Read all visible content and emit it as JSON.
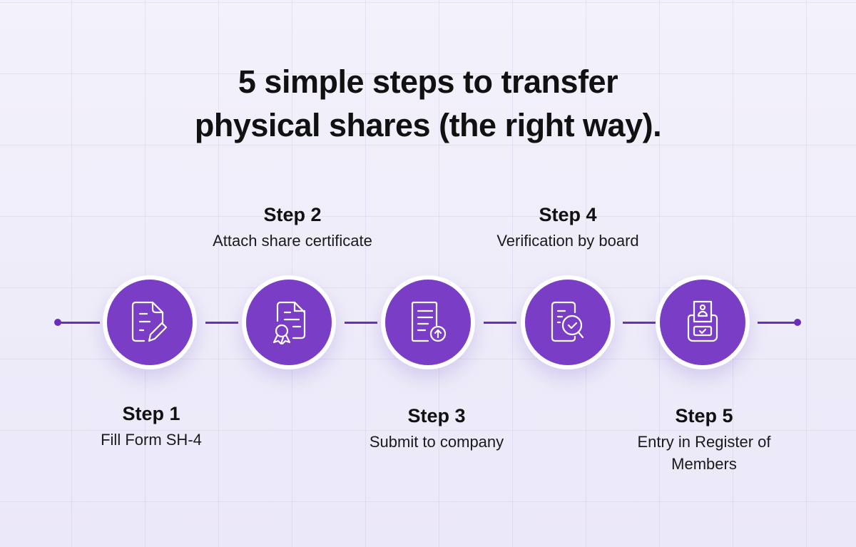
{
  "title": {
    "line1": "5 simple steps to transfer",
    "line2": "physical shares (the right way)."
  },
  "colors": {
    "accent": "#7a3dc6",
    "line": "#6a2fb8",
    "background": "#efedfa"
  },
  "steps": [
    {
      "label": "Step 1",
      "description": "Fill Form SH-4",
      "icon": "document-edit-icon"
    },
    {
      "label": "Step 2",
      "description": "Attach share certificate",
      "icon": "certificate-icon"
    },
    {
      "label": "Step 3",
      "description": "Submit to company",
      "icon": "document-upload-icon"
    },
    {
      "label": "Step 4",
      "description": "Verification by board",
      "icon": "document-search-check-icon"
    },
    {
      "label": "Step 5",
      "description": "Entry in Register of Members",
      "icon": "register-member-icon"
    }
  ]
}
